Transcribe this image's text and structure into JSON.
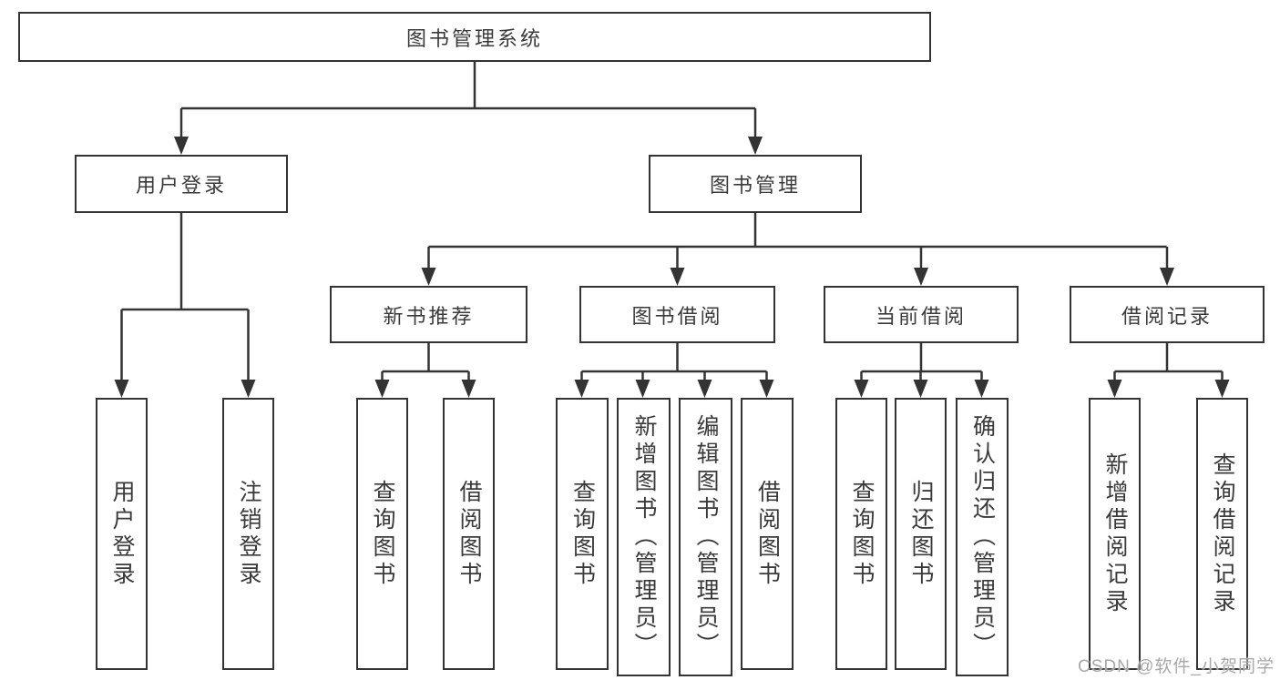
{
  "diagram": {
    "root": {
      "label": "图书管理系统",
      "children": [
        {
          "label": "用户登录",
          "children": [
            {
              "label": "用户登录"
            },
            {
              "label": "注销登录"
            }
          ]
        },
        {
          "label": "图书管理",
          "children": [
            {
              "label": "新书推荐",
              "children": [
                {
                  "label": "查询图书"
                },
                {
                  "label": "借阅图书"
                }
              ]
            },
            {
              "label": "图书借阅",
              "children": [
                {
                  "label": "查询图书"
                },
                {
                  "label": "新增图书（管理员）"
                },
                {
                  "label": "编辑图书（管理员）"
                },
                {
                  "label": "借阅图书"
                }
              ]
            },
            {
              "label": "当前借阅",
              "children": [
                {
                  "label": "查询图书"
                },
                {
                  "label": "归还图书"
                },
                {
                  "label": "确认归还（管理员）"
                }
              ]
            },
            {
              "label": "借阅记录",
              "children": [
                {
                  "label": "新增借阅记录"
                },
                {
                  "label": "查询借阅记录"
                }
              ]
            }
          ]
        }
      ]
    }
  },
  "watermark": {
    "text": "CSDN @软件_小贺同学"
  },
  "colors": {
    "line": "#333333",
    "text": "#3a3a3a",
    "box_background": "#ffffff",
    "watermark": "#a8a8a8"
  }
}
